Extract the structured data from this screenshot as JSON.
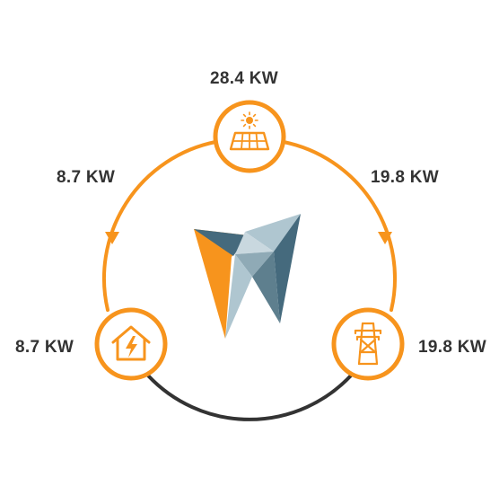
{
  "solar": {
    "power": "28.4 KW"
  },
  "flow_solar_to_home": {
    "power": "8.7 KW"
  },
  "flow_solar_to_grid": {
    "power": "19.8 KW"
  },
  "home": {
    "power": "8.7 KW"
  },
  "grid": {
    "power": "19.8 KW"
  },
  "colors": {
    "accent": "#F7941D",
    "connector_dark": "#333333",
    "logo_orange": "#F7941D",
    "logo_slate": "#456A7D",
    "logo_light": "#AFC6D0"
  },
  "icons": {
    "solar": "solar-panel-icon",
    "home": "house-lightning-icon",
    "grid": "transmission-tower-icon",
    "center": "brand-logo-icon"
  }
}
